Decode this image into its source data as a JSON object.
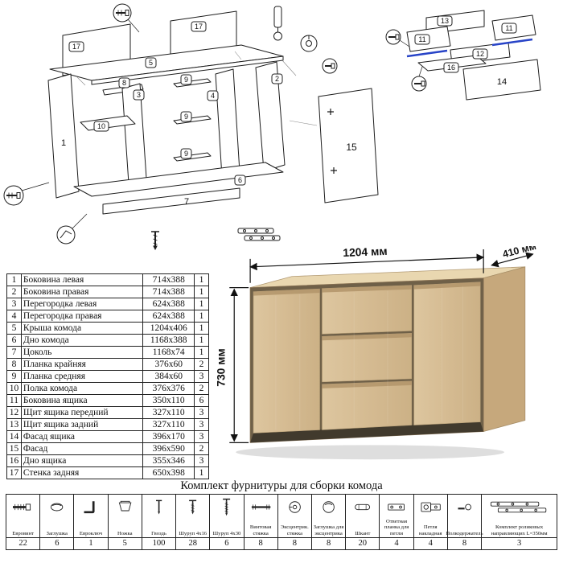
{
  "diagram": {
    "main_labels": [
      "17",
      "17",
      "5",
      "8",
      "3",
      "10",
      "1",
      "9",
      "9",
      "9",
      "4",
      "2",
      "6",
      "7",
      "15"
    ],
    "inset_labels": [
      "13",
      "11",
      "11",
      "12",
      "16",
      "14"
    ]
  },
  "product": {
    "width_label": "1204 мм",
    "depth_label": "410 мм",
    "height_label": "730 мм",
    "wood_color": "#d5bb92"
  },
  "parts": {
    "rows": [
      {
        "num": "1",
        "name": "Боковина левая",
        "size": "714x388",
        "qty": "1"
      },
      {
        "num": "2",
        "name": "Боковина правая",
        "size": "714x388",
        "qty": "1"
      },
      {
        "num": "3",
        "name": "Перегородка левая",
        "size": "624x388",
        "qty": "1"
      },
      {
        "num": "4",
        "name": "Перегородка правая",
        "size": "624x388",
        "qty": "1"
      },
      {
        "num": "5",
        "name": "Крыша комода",
        "size": "1204x406",
        "qty": "1"
      },
      {
        "num": "6",
        "name": "Дно комода",
        "size": "1168x388",
        "qty": "1"
      },
      {
        "num": "7",
        "name": "Цоколь",
        "size": "1168x74",
        "qty": "1"
      },
      {
        "num": "8",
        "name": "Планка крайняя",
        "size": "376x60",
        "qty": "2"
      },
      {
        "num": "9",
        "name": "Планка средняя",
        "size": "384x60",
        "qty": "3"
      },
      {
        "num": "10",
        "name": "Полка комода",
        "size": "376x376",
        "qty": "2"
      },
      {
        "num": "11",
        "name": "Боковина ящика",
        "size": "350x110",
        "qty": "6"
      },
      {
        "num": "12",
        "name": "Щит ящика передний",
        "size": "327x110",
        "qty": "3"
      },
      {
        "num": "13",
        "name": "Щит ящика задний",
        "size": "327x110",
        "qty": "3"
      },
      {
        "num": "14",
        "name": "Фасад ящика",
        "size": "396x170",
        "qty": "3"
      },
      {
        "num": "15",
        "name": "Фасад",
        "size": "396x590",
        "qty": "2"
      },
      {
        "num": "16",
        "name": "Дно ящика",
        "size": "355x346",
        "qty": "3"
      },
      {
        "num": "17",
        "name": "Стенка задняя",
        "size": "650x398",
        "qty": "1"
      }
    ]
  },
  "hardware": {
    "title": "Комплект фурнитуры для сборки комода",
    "items": [
      {
        "name": "Евровинт",
        "qty": "22",
        "icon": "confirmat-screw-icon"
      },
      {
        "name": "Заглушка",
        "qty": "6",
        "icon": "cap-icon"
      },
      {
        "name": "Евроключ",
        "qty": "1",
        "icon": "hex-key-icon"
      },
      {
        "name": "Ножка",
        "qty": "5",
        "icon": "foot-icon"
      },
      {
        "name": "Гвоздь",
        "qty": "100",
        "icon": "nail-icon"
      },
      {
        "name": "Шуруп 4x16",
        "qty": "28",
        "icon": "screw-icon"
      },
      {
        "name": "Шуруп 4x30",
        "qty": "6",
        "icon": "screw-icon"
      },
      {
        "name": "Винтовая стяжка",
        "qty": "8",
        "icon": "bolt-icon"
      },
      {
        "name": "Эксцентрик. стяжка",
        "qty": "8",
        "icon": "cam-lock-icon"
      },
      {
        "name": "Заглушка для эксцентрика",
        "qty": "8",
        "icon": "cam-cap-icon"
      },
      {
        "name": "Шкант",
        "qty": "20",
        "icon": "dowel-icon"
      },
      {
        "name": "Ответная планка для петли",
        "qty": "4",
        "icon": "hinge-plate-icon"
      },
      {
        "name": "Петля накладная",
        "qty": "4",
        "icon": "hinge-icon"
      },
      {
        "name": "Полкодержатель",
        "qty": "8",
        "icon": "shelf-support-icon"
      },
      {
        "name": "Комплект роликовых направляющих L=350мм",
        "qty": "3",
        "icon": "drawer-slides-icon"
      }
    ]
  }
}
